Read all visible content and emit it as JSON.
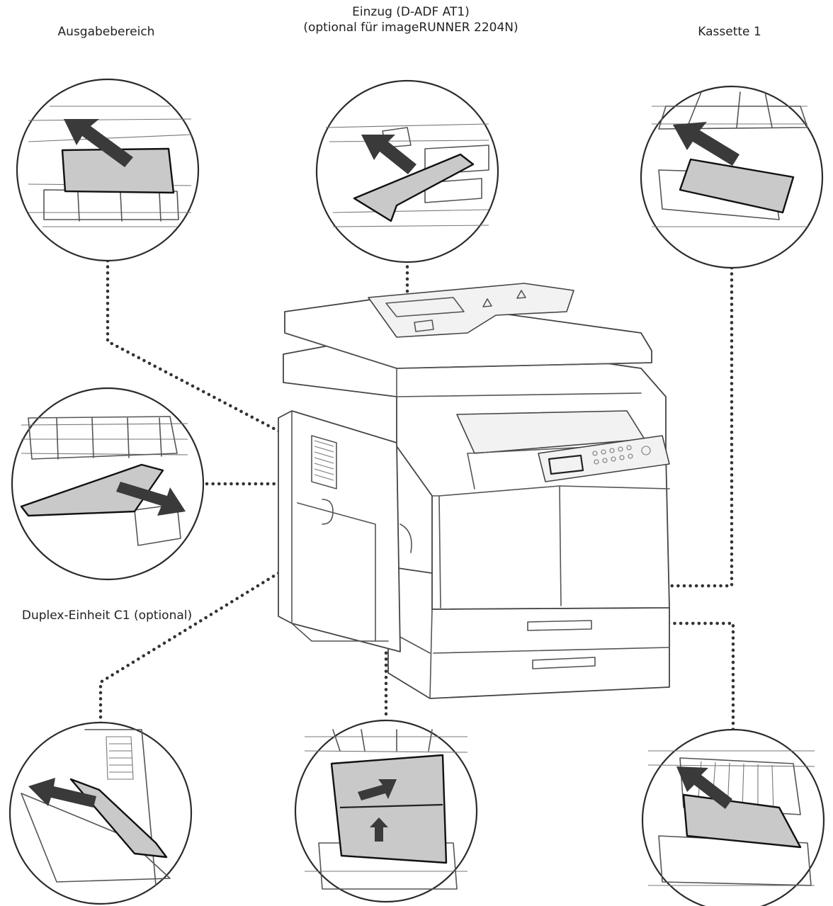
{
  "labels": {
    "output_area": "Ausgabebereich",
    "feeder_line1": "Einzug (D-ADF AT1)",
    "feeder_line2": "(optional für imageRUNNER 2204N)",
    "cassette1": "Kassette 1",
    "duplex_unit": "Duplex-Einheit C1 (optional)"
  },
  "colors": {
    "line": "#2b2b2b",
    "paper": "#c9c9c9",
    "background": "#ffffff"
  }
}
